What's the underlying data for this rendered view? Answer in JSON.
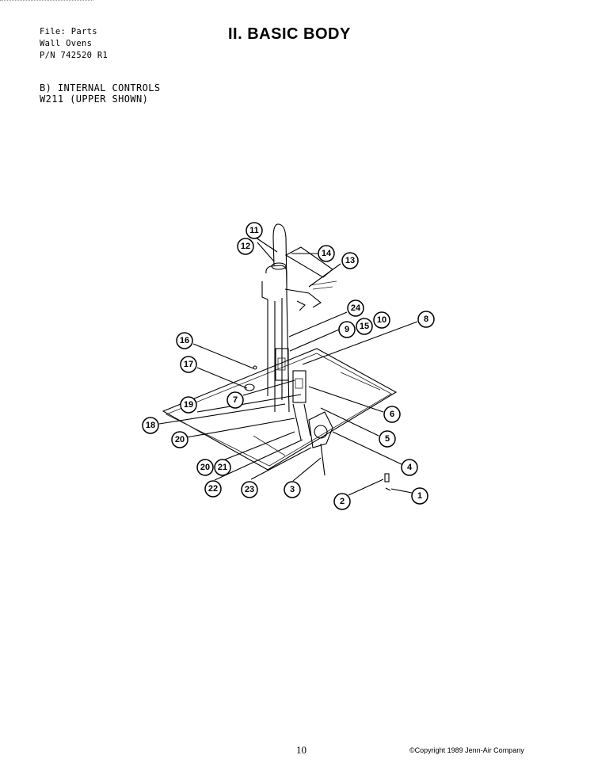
{
  "header": {
    "file_line": "File: Parts",
    "product_line": "Wall Ovens",
    "part_number_line": "P/N 742520 R1"
  },
  "title": "II. BASIC BODY",
  "section": {
    "line1": "B) INTERNAL CONTROLS",
    "line2": "W211 (UPPER SHOWN)"
  },
  "callouts": [
    "1",
    "2",
    "3",
    "4",
    "5",
    "6",
    "7",
    "8",
    "9",
    "10",
    "11",
    "12",
    "13",
    "14",
    "15",
    "16",
    "17",
    "18",
    "19",
    "20",
    "20",
    "21",
    "22",
    "23",
    "24"
  ],
  "footer": {
    "page_number": "10",
    "copyright": "©Copyright 1989 Jenn-Air Company"
  }
}
